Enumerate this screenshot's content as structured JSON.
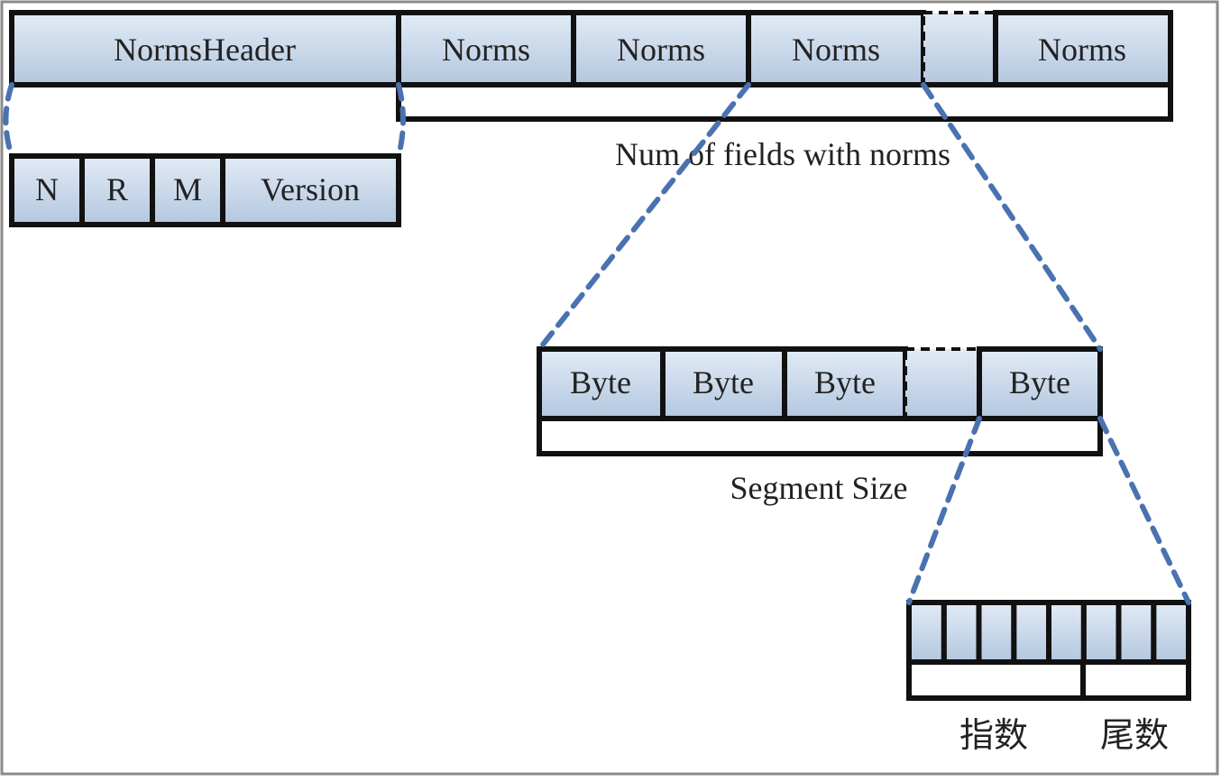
{
  "norms_file": {
    "header_label": "NormsHeader",
    "norms_labels": [
      "Norms",
      "Norms",
      "Norms",
      "Norms"
    ],
    "count_caption": "Num of fields with norms"
  },
  "header_fields": {
    "labels": [
      "N",
      "R",
      "M",
      "Version"
    ]
  },
  "norms_bytes": {
    "byte_labels": [
      "Byte",
      "Byte",
      "Byte",
      "Byte"
    ],
    "count_caption": "Segment Size"
  },
  "byte_bits": {
    "exponent_label": "指数",
    "mantissa_label": "尾数"
  },
  "colors": {
    "cell_fill_top": "#e2ebf6",
    "cell_fill_bottom": "#b3c7df",
    "outline": "#111111",
    "connector_dash": "#4a72b0"
  }
}
